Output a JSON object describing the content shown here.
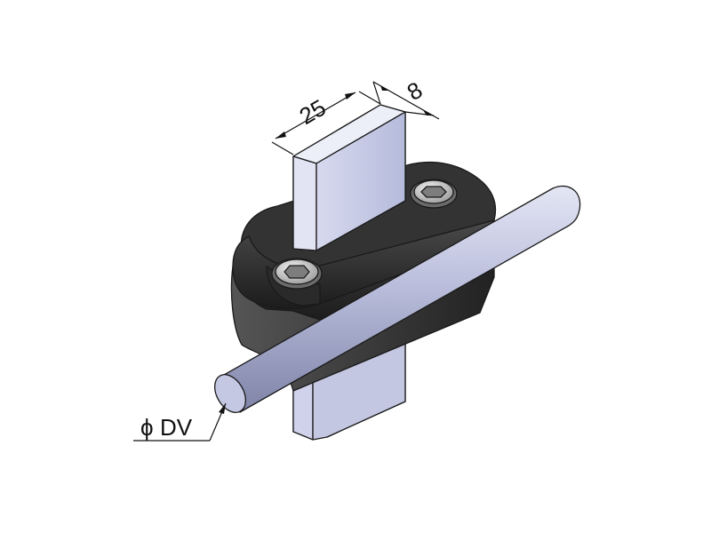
{
  "dimensions": {
    "width": "25",
    "thickness": "8",
    "rod_diameter_symbol": "ϕ",
    "rod_diameter_label": "DV"
  },
  "colors": {
    "bar": "#c9cde6",
    "bar_side": "#9aa0c2",
    "clamp": "#2b2b2b",
    "clamp_top": "#3a3a3a",
    "rod": "#b8bcd8",
    "screw": "#c8c8c8",
    "lines": "#111111"
  },
  "icons": {
    "screw_head": "hex-socket-screw-icon"
  }
}
